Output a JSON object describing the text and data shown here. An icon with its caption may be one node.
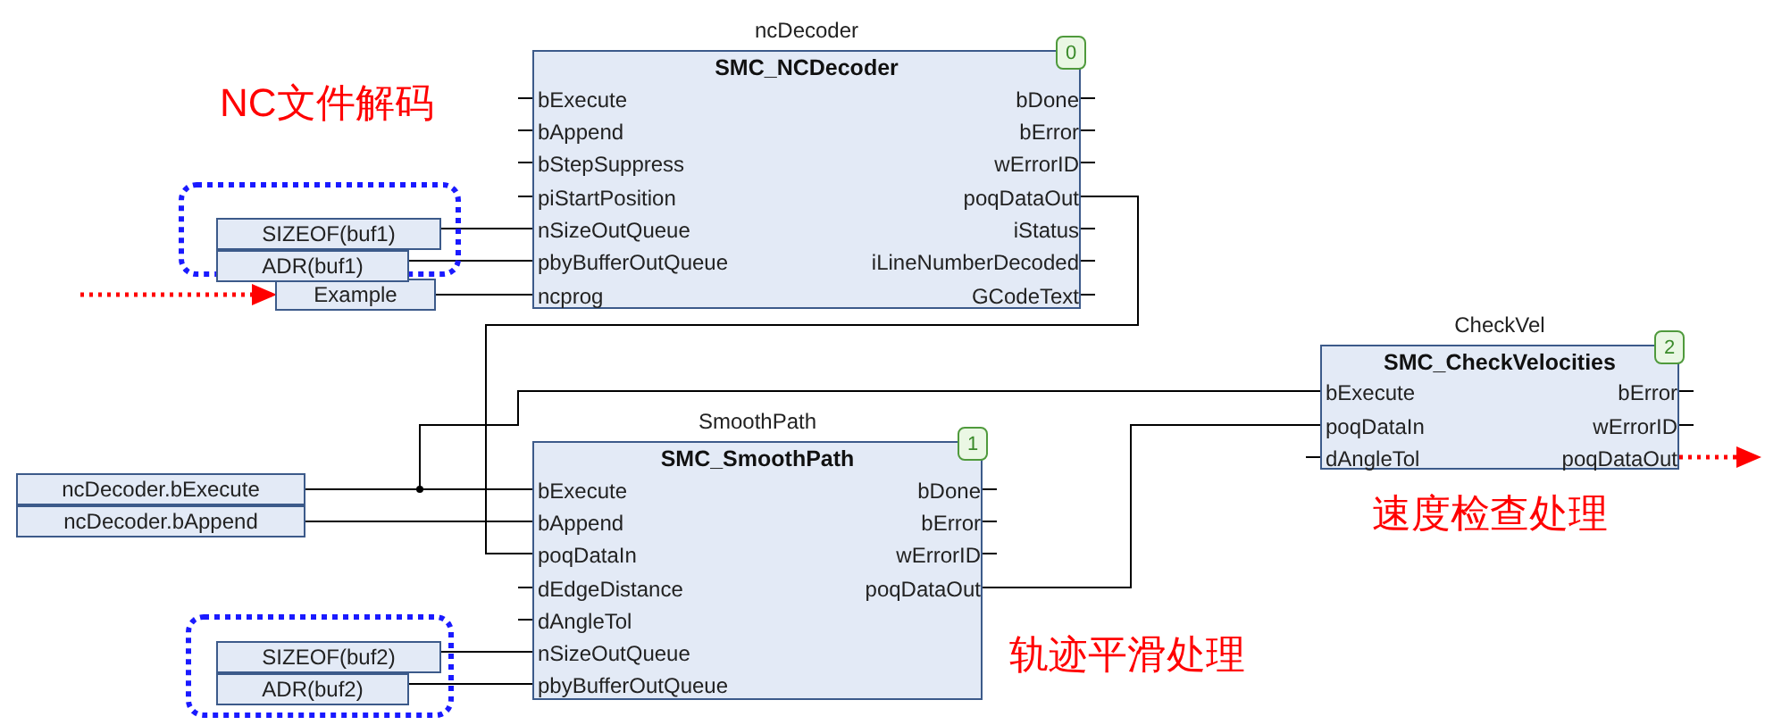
{
  "diagram": {
    "nodes": [
      {
        "text": [
          "ncDecoder",
          "SMC_NCDecoder",
          "0"
        ]
      },
      {
        "text": [
          "bExecute"
        ],
        "in": 0
      },
      {
        "text": [
          "bAppend"
        ],
        "in": 0
      },
      {
        "text": [
          "bStepSuppress"
        ],
        "in": 0
      },
      {
        "text": [
          "piStartPosition"
        ],
        "in": 0
      },
      {
        "text": [
          "nSizeOutQueue"
        ],
        "in": 0
      },
      {
        "text": [
          "pbyBufferOutQueue"
        ],
        "in": 0
      },
      {
        "text": [
          "ncprog"
        ],
        "in": 0
      },
      {
        "text": [
          "bDone"
        ],
        "in": 0
      },
      {
        "text": [
          "bError"
        ],
        "in": 0
      },
      {
        "text": [
          "wErrorID"
        ],
        "in": 0
      },
      {
        "text": [
          "poqDataOut"
        ],
        "in": 0
      },
      {
        "text": [
          "iStatus"
        ],
        "in": 0
      },
      {
        "text": [
          "iLineNumberDecoded"
        ],
        "in": 0
      },
      {
        "text": [
          "GCodeText"
        ],
        "in": 0
      },
      {
        "text": [],
        "shape": "box"
      },
      {
        "text": [
          "SIZEOF(buf1)"
        ],
        "in": 15
      },
      {
        "text": [
          "ADR(buf1)"
        ],
        "in": 15
      },
      {
        "text": [
          "Example"
        ]
      },
      {
        "text": [
          "ncDecoder.bExecute"
        ]
      },
      {
        "text": [
          "ncDecoder.bAppend"
        ]
      },
      {
        "text": [
          "SmoothPath",
          "SMC_SmoothPath",
          "1"
        ]
      },
      {
        "text": [
          "bExecute"
        ],
        "in": 21
      },
      {
        "text": [
          "bAppend"
        ],
        "in": 21
      },
      {
        "text": [
          "poqDataIn"
        ],
        "in": 21
      },
      {
        "text": [
          "dEdgeDistance"
        ],
        "in": 21
      },
      {
        "text": [
          "dAngleTol"
        ],
        "in": 21
      },
      {
        "text": [
          "nSizeOutQueue"
        ],
        "in": 21
      },
      {
        "text": [
          "pbyBufferOutQueue"
        ],
        "in": 21
      },
      {
        "text": [
          "bDone"
        ],
        "in": 21
      },
      {
        "text": [
          "bError"
        ],
        "in": 21
      },
      {
        "text": [
          "wErrorID"
        ],
        "in": 21
      },
      {
        "text": [
          "poqDataOut"
        ],
        "in": 21
      },
      {
        "text": [],
        "shape": "box"
      },
      {
        "text": [
          "SIZEOF(buf2)"
        ],
        "in": 33
      },
      {
        "text": [
          "ADR(buf2)"
        ],
        "in": 33
      },
      {
        "text": [
          "CheckVel",
          "SMC_CheckVelocities",
          "2"
        ]
      },
      {
        "text": [
          "bExecute"
        ],
        "in": 36
      },
      {
        "text": [
          "poqDataIn"
        ],
        "in": 36
      },
      {
        "text": [
          "dAngleTol"
        ],
        "in": 36
      },
      {
        "text": [
          "bError"
        ],
        "in": 36
      },
      {
        "text": [
          "wErrorID"
        ],
        "in": 36
      },
      {
        "text": [
          "poqDataOut"
        ],
        "in": 36
      }
    ],
    "edges": [
      {
        "from": 16,
        "to": 5,
        "arrow": "none"
      },
      {
        "from": 17,
        "to": 6,
        "arrow": "none"
      },
      {
        "from": 18,
        "to": 7,
        "arrow": "none"
      },
      {
        "from": 11,
        "to": 24,
        "arrow": "none"
      },
      {
        "from": 19,
        "to": 22,
        "arrow": "none"
      },
      {
        "from": 19,
        "to": 37,
        "arrow": "none"
      },
      {
        "from": 20,
        "to": 23,
        "arrow": "none"
      },
      {
        "from": 32,
        "to": 38,
        "arrow": "none"
      },
      {
        "from": 34,
        "to": 27,
        "arrow": "none"
      },
      {
        "from": 35,
        "to": 28,
        "arrow": "none"
      },
      {
        "from": null,
        "to": 18,
        "arrow": "to",
        "style": "dashed",
        "color": "#ff0000"
      },
      {
        "from": 42,
        "to": null,
        "arrow": "to",
        "style": "dashed",
        "color": "#ff0000"
      }
    ],
    "labels": [
      "NC文件解码",
      "轨迹平滑处理",
      "速度检查处理"
    ]
  }
}
